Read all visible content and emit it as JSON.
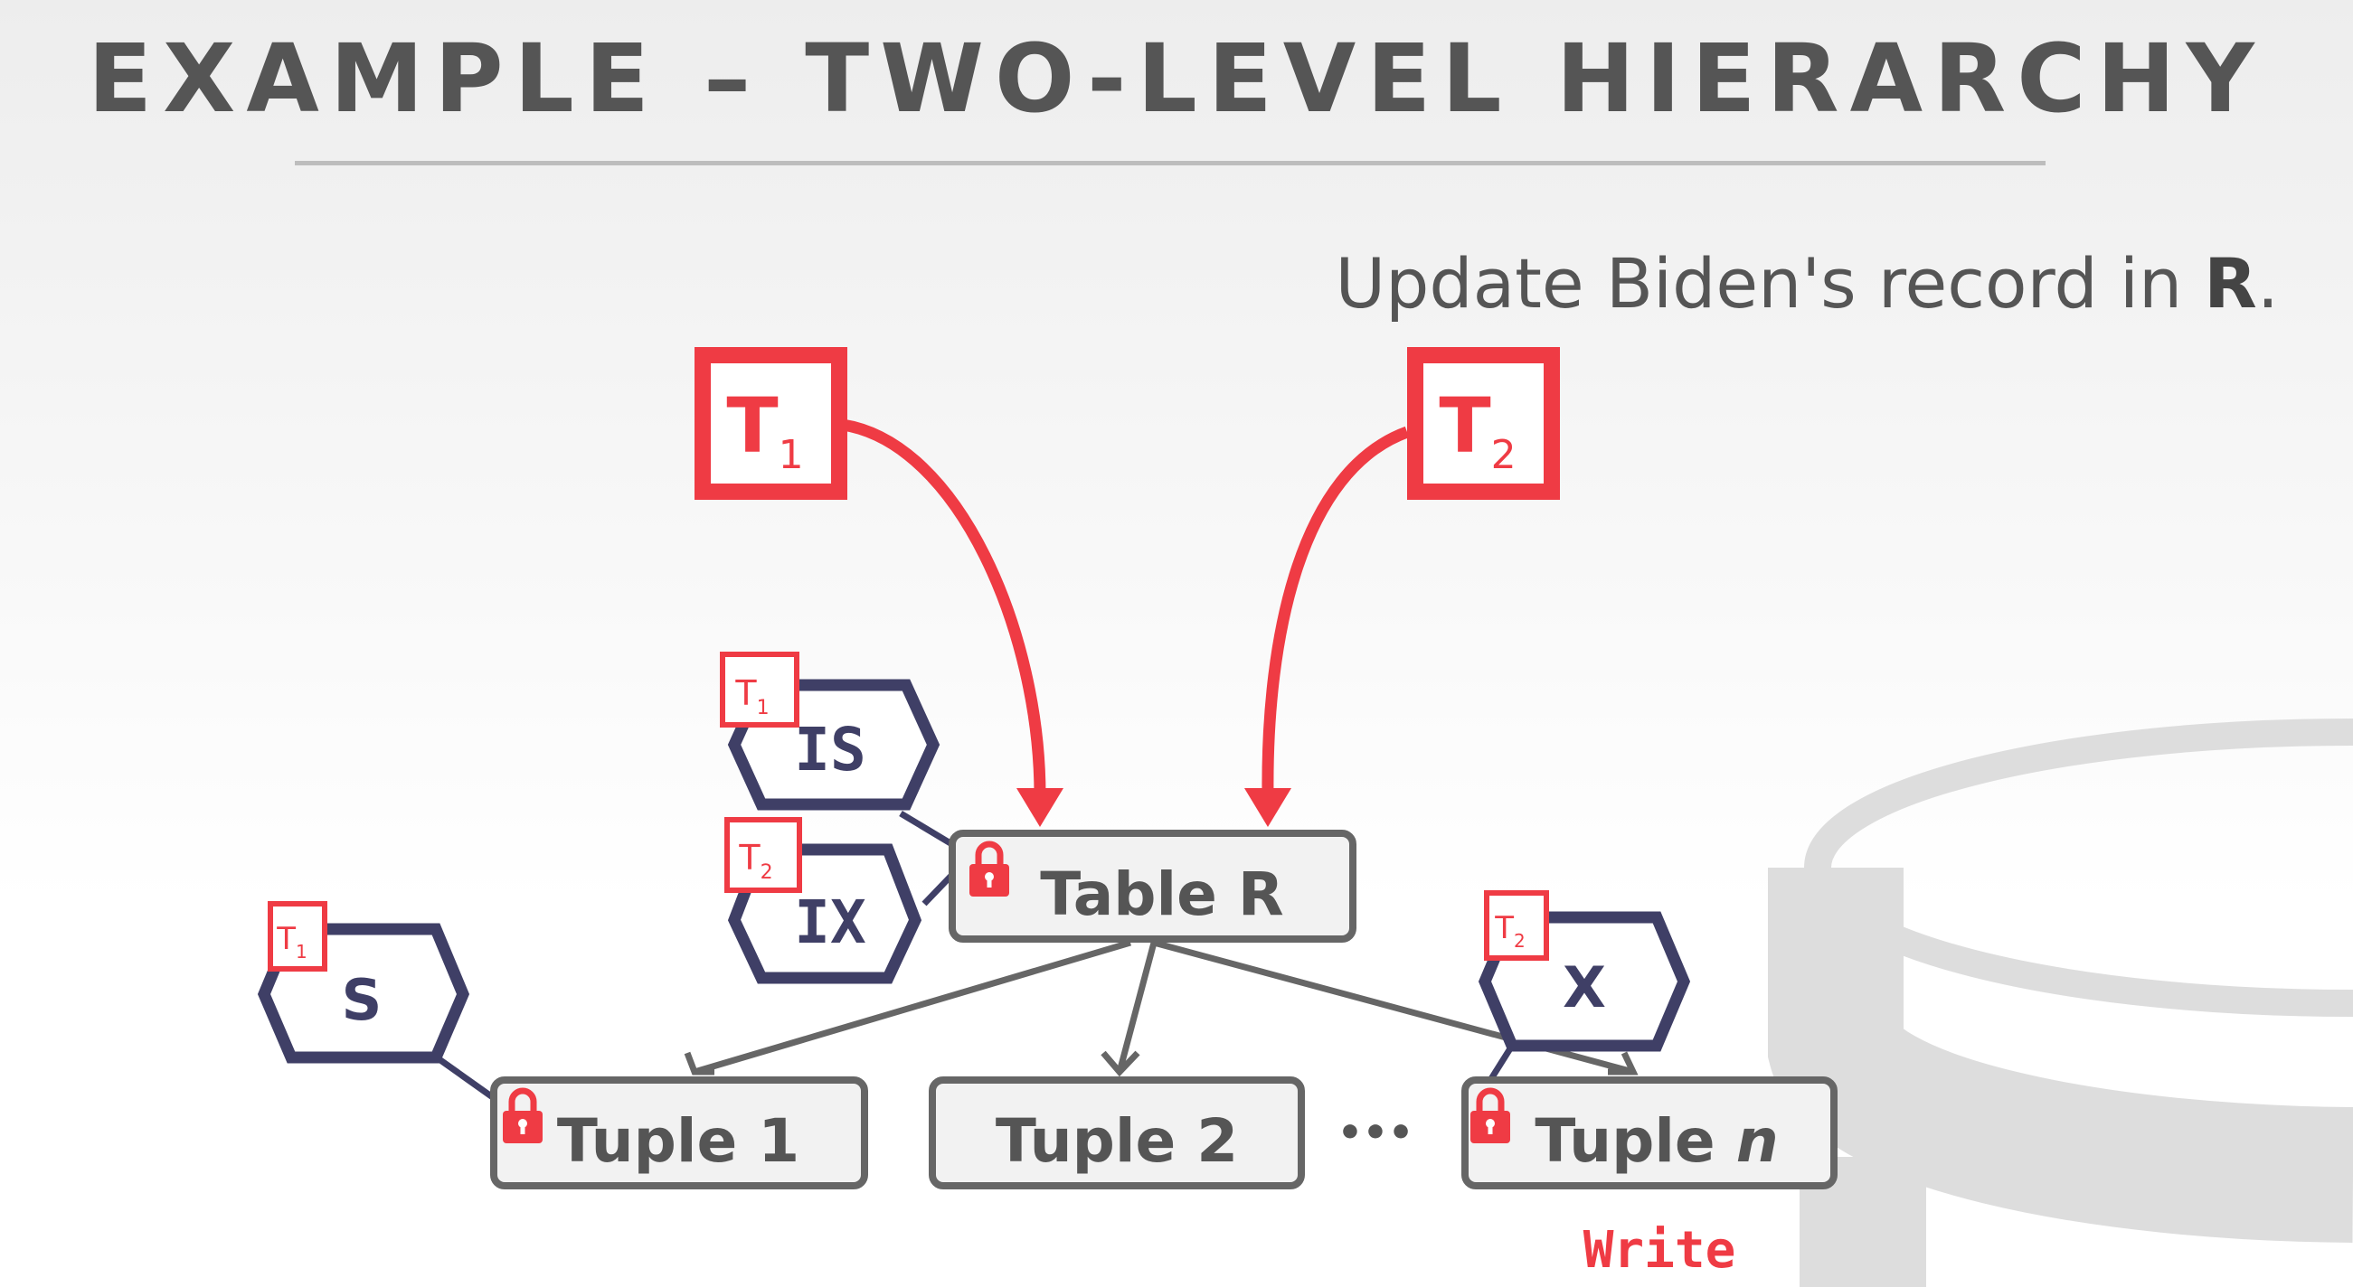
{
  "title": "EXAMPLE – TWO-LEVEL HIERARCHY",
  "subtitle": {
    "prefix": "Update Biden's record in ",
    "bold": "R",
    "suffix": "."
  },
  "transactions": [
    {
      "id": "t1",
      "letter": "T",
      "sub": "1"
    },
    {
      "id": "t2",
      "letter": "T",
      "sub": "2"
    }
  ],
  "table_node": {
    "label": "Table R"
  },
  "tuples": [
    {
      "id": "tuple-1",
      "label": "Tuple 1",
      "locked": true
    },
    {
      "id": "tuple-2",
      "label": "Tuple 2",
      "locked": false
    },
    {
      "id": "tuple-n",
      "label": "Tuple ",
      "italic": "n",
      "locked": true
    }
  ],
  "ellipsis": "•••",
  "locks": [
    {
      "id": "is",
      "mode": "IS",
      "holder": "T",
      "holder_sub": "1"
    },
    {
      "id": "ix",
      "mode": "IX",
      "holder": "T",
      "holder_sub": "2"
    },
    {
      "id": "s",
      "mode": "S",
      "holder": "T",
      "holder_sub": "1"
    },
    {
      "id": "x",
      "mode": "X",
      "holder": "T",
      "holder_sub": "2"
    }
  ],
  "write_label": "Write",
  "colors": {
    "accent_red": "#ef3b44",
    "hex_outline": "#3f3f66",
    "node_border": "#666666",
    "node_fill": "#f2f2f2",
    "text_dark": "#555555"
  }
}
